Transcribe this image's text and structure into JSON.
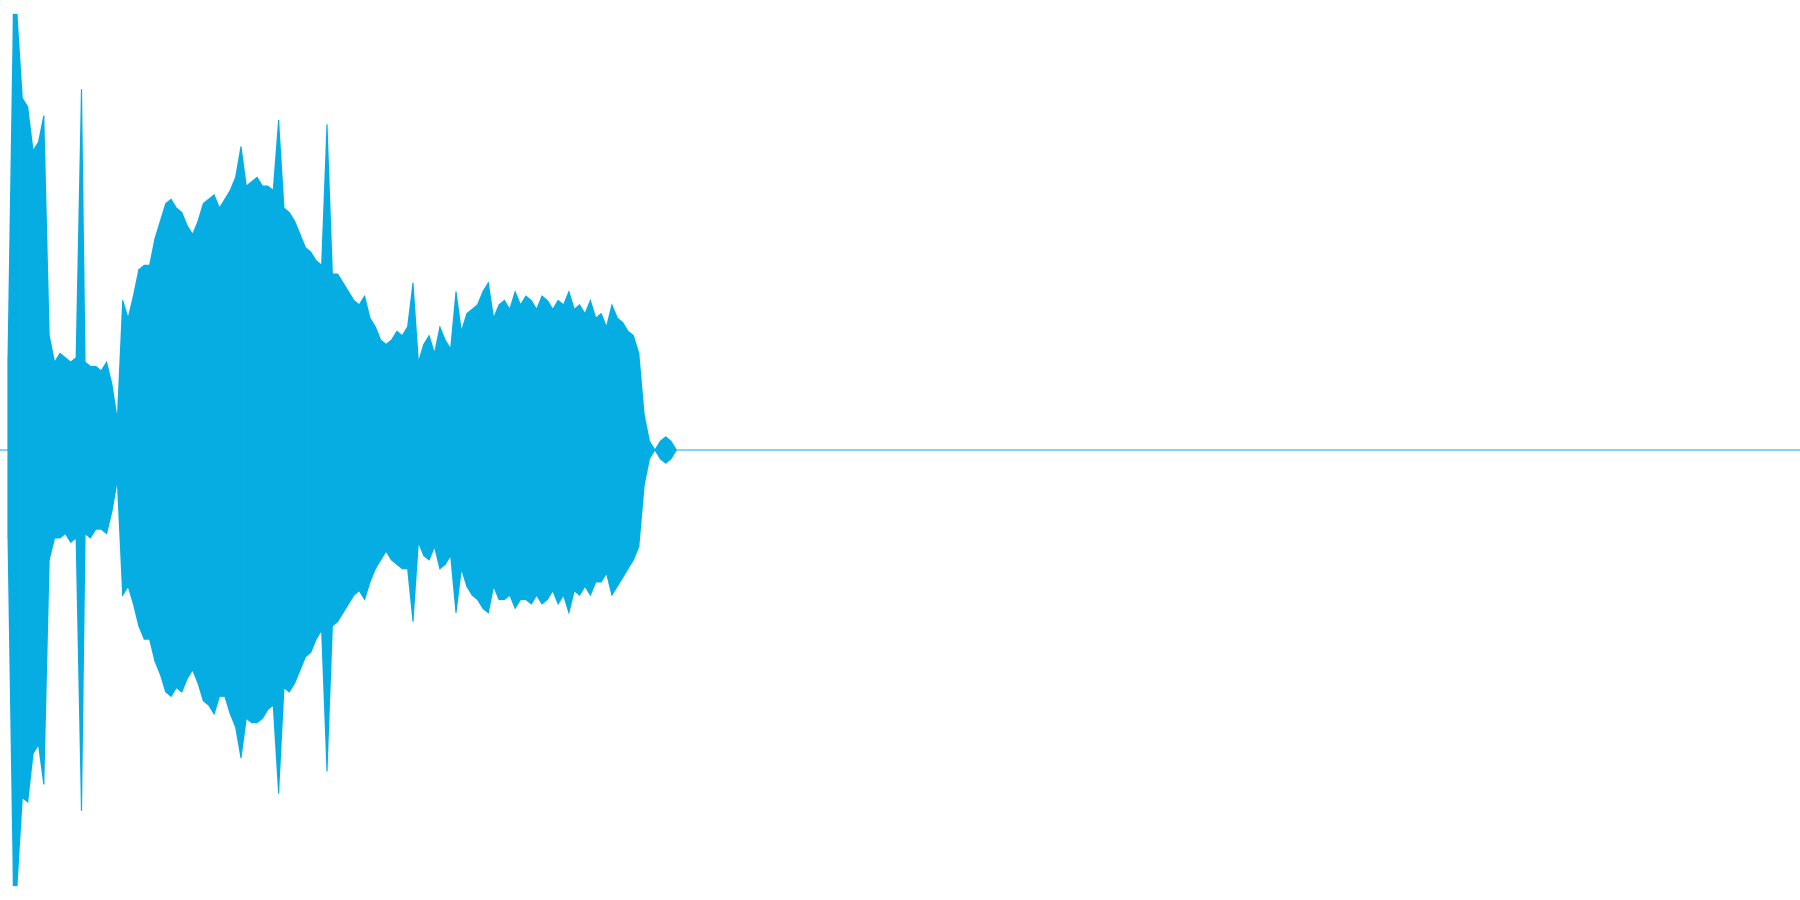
{
  "chart_data": {
    "type": "area",
    "title": "",
    "xlabel": "",
    "ylabel": "",
    "color": "#05ade3",
    "background": "#ffffff",
    "grid": false,
    "legend": "none",
    "ylim": [
      -1,
      1
    ],
    "xlim": [
      0,
      1
    ],
    "series": [
      {
        "x": [
          0.0,
          0.003,
          0.005,
          0.008,
          0.011,
          0.014,
          0.017,
          0.02,
          0.023,
          0.026,
          0.029,
          0.032,
          0.035,
          0.038,
          0.041,
          0.043,
          0.046,
          0.049,
          0.052,
          0.055,
          0.058,
          0.061,
          0.064,
          0.067,
          0.07,
          0.073,
          0.076,
          0.079,
          0.082,
          0.085,
          0.088,
          0.091,
          0.094,
          0.097,
          0.1,
          0.103,
          0.106,
          0.109,
          0.112,
          0.115,
          0.118,
          0.121,
          0.124,
          0.127,
          0.13,
          0.133,
          0.136,
          0.139,
          0.142,
          0.145,
          0.148,
          0.151,
          0.154,
          0.157,
          0.16,
          0.163,
          0.166,
          0.169,
          0.172,
          0.175,
          0.178,
          0.181,
          0.184,
          0.187,
          0.19,
          0.193,
          0.196,
          0.199,
          0.202,
          0.205,
          0.208,
          0.211,
          0.214,
          0.217,
          0.22,
          0.223,
          0.226,
          0.229,
          0.232,
          0.235,
          0.238,
          0.241,
          0.244,
          0.247,
          0.25,
          0.253,
          0.256,
          0.259,
          0.262,
          0.265,
          0.268,
          0.271,
          0.274,
          0.277,
          0.28,
          0.283,
          0.286,
          0.289,
          0.292,
          0.295,
          0.298,
          0.301,
          0.304,
          0.307,
          0.31,
          0.313,
          0.316,
          0.319,
          0.322,
          0.325,
          0.328,
          0.331,
          0.334,
          0.337,
          0.34,
          0.343,
          0.346,
          0.349,
          0.352,
          0.355,
          0.358,
          0.361,
          0.364,
          0.367,
          0.37,
          0.373,
          0.376,
          0.379,
          0.382,
          0.385,
          0.388,
          0.391,
          1.0
        ],
        "upper": [
          0.21,
          0.99,
          0.99,
          0.8,
          0.78,
          0.68,
          0.7,
          0.76,
          0.26,
          0.2,
          0.22,
          0.21,
          0.2,
          0.21,
          0.82,
          0.2,
          0.19,
          0.19,
          0.18,
          0.2,
          0.15,
          0.07,
          0.34,
          0.3,
          0.35,
          0.41,
          0.42,
          0.42,
          0.48,
          0.52,
          0.56,
          0.57,
          0.55,
          0.54,
          0.51,
          0.49,
          0.52,
          0.56,
          0.57,
          0.58,
          0.55,
          0.57,
          0.59,
          0.62,
          0.69,
          0.6,
          0.61,
          0.62,
          0.6,
          0.6,
          0.59,
          0.75,
          0.55,
          0.54,
          0.52,
          0.49,
          0.46,
          0.45,
          0.43,
          0.42,
          0.74,
          0.4,
          0.4,
          0.38,
          0.36,
          0.34,
          0.33,
          0.35,
          0.3,
          0.28,
          0.25,
          0.24,
          0.25,
          0.27,
          0.26,
          0.28,
          0.38,
          0.2,
          0.24,
          0.26,
          0.22,
          0.28,
          0.25,
          0.23,
          0.36,
          0.27,
          0.31,
          0.32,
          0.33,
          0.36,
          0.38,
          0.3,
          0.33,
          0.34,
          0.32,
          0.36,
          0.33,
          0.35,
          0.34,
          0.32,
          0.35,
          0.34,
          0.32,
          0.34,
          0.33,
          0.36,
          0.32,
          0.33,
          0.31,
          0.34,
          0.3,
          0.31,
          0.28,
          0.33,
          0.3,
          0.29,
          0.27,
          0.26,
          0.22,
          0.08,
          0.02,
          0.0,
          0.02,
          0.03,
          0.02,
          0.0,
          0.0,
          0.0,
          0.0,
          0.0,
          0.0,
          0.0,
          0.0
        ],
        "lower": [
          -0.2,
          -0.99,
          -0.99,
          -0.79,
          -0.8,
          -0.69,
          -0.67,
          -0.76,
          -0.25,
          -0.2,
          -0.2,
          -0.19,
          -0.21,
          -0.2,
          -0.82,
          -0.19,
          -0.2,
          -0.18,
          -0.18,
          -0.19,
          -0.14,
          -0.07,
          -0.33,
          -0.31,
          -0.35,
          -0.4,
          -0.43,
          -0.43,
          -0.48,
          -0.51,
          -0.55,
          -0.56,
          -0.54,
          -0.55,
          -0.52,
          -0.5,
          -0.53,
          -0.57,
          -0.58,
          -0.6,
          -0.56,
          -0.56,
          -0.6,
          -0.63,
          -0.7,
          -0.61,
          -0.62,
          -0.62,
          -0.61,
          -0.59,
          -0.58,
          -0.78,
          -0.54,
          -0.55,
          -0.53,
          -0.5,
          -0.47,
          -0.46,
          -0.43,
          -0.41,
          -0.73,
          -0.4,
          -0.39,
          -0.37,
          -0.35,
          -0.33,
          -0.32,
          -0.34,
          -0.3,
          -0.27,
          -0.25,
          -0.23,
          -0.25,
          -0.26,
          -0.27,
          -0.27,
          -0.39,
          -0.21,
          -0.24,
          -0.25,
          -0.22,
          -0.27,
          -0.26,
          -0.24,
          -0.37,
          -0.27,
          -0.31,
          -0.33,
          -0.34,
          -0.36,
          -0.37,
          -0.31,
          -0.34,
          -0.34,
          -0.33,
          -0.36,
          -0.34,
          -0.34,
          -0.35,
          -0.33,
          -0.35,
          -0.34,
          -0.32,
          -0.35,
          -0.33,
          -0.37,
          -0.32,
          -0.33,
          -0.31,
          -0.33,
          -0.3,
          -0.3,
          -0.28,
          -0.33,
          -0.31,
          -0.29,
          -0.27,
          -0.25,
          -0.22,
          -0.08,
          -0.02,
          -0.0,
          -0.02,
          -0.03,
          -0.02,
          -0.0,
          -0.0,
          -0.0,
          -0.0,
          -0.0,
          -0.0,
          -0.0,
          -0.0
        ]
      }
    ]
  }
}
